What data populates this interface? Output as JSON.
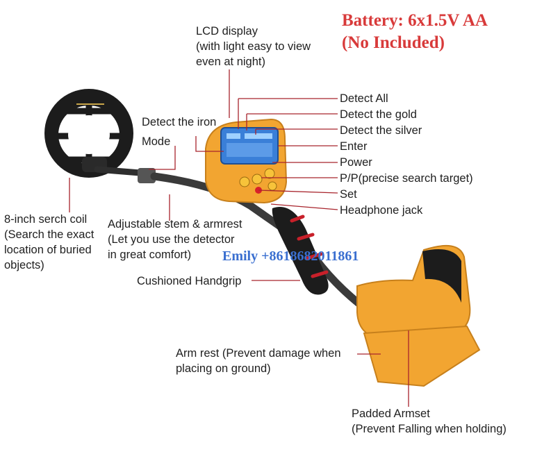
{
  "banner": {
    "line1": "Battery: 6x1.5V AA",
    "line2": "(No Included)",
    "color": "#d83a3a"
  },
  "contact": {
    "text": "Emily +8618682011861",
    "color": "#3a6fd0"
  },
  "labels": {
    "lcd": [
      "LCD display",
      "(with light easy to view",
      "even at night)"
    ],
    "detect_all": "Detect All",
    "detect_gold": "Detect the gold",
    "detect_silver": "Detect the silver",
    "enter": "Enter",
    "power": "Power",
    "pp": "P/P(precise search target)",
    "set": "Set",
    "headphone": "Headphone jack",
    "detect_iron": "Detect the iron",
    "mode": "Mode",
    "coil": [
      "8-inch serch coil",
      "(Search the exact",
      "location of buried",
      "objects)"
    ],
    "stem": [
      "Adjustable stem & armrest",
      "(Let you use the detector",
      "in great comfort)"
    ],
    "handgrip": "Cushioned Handgrip",
    "armrest": [
      "Arm rest (Prevent damage when",
      "placing on ground)"
    ],
    "armset": [
      "Padded Armset",
      "(Prevent Falling when holding)"
    ]
  },
  "colors": {
    "leader": "#a8242c",
    "body_orange": "#f2a531",
    "shaft": "#3a3a3a",
    "grip_red": "#c8202a",
    "screen_blue": "#3a7fd8"
  }
}
